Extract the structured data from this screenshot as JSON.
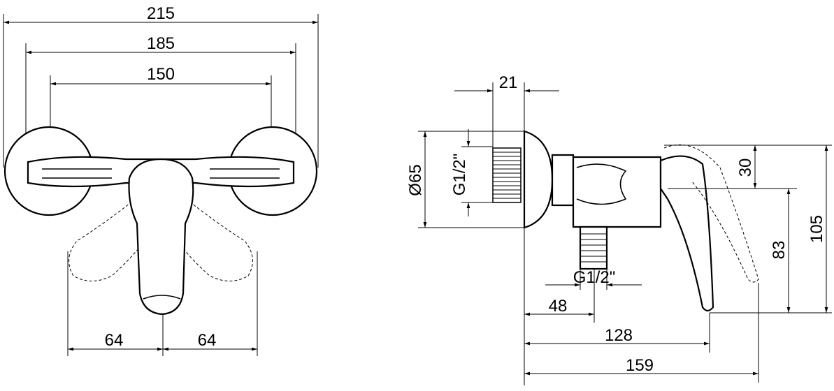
{
  "front_view": {
    "dim_overall_width": "215",
    "dim_eccentric_max": "185",
    "dim_eccentric_min": "150",
    "dim_lever_left": "64",
    "dim_lever_right": "64"
  },
  "side_view": {
    "dim_plate_depth": "21",
    "dim_plate_diameter": "Ø65",
    "dim_wall_thread": "G1/2\"",
    "dim_lever_height": "30",
    "dim_total_height": "105",
    "dim_outlet_height": "83",
    "dim_outlet_thread": "G1/2\"",
    "dim_outlet_offset": "48",
    "dim_projection": "128",
    "dim_total_projection": "159"
  },
  "colors": {
    "line": "#000000",
    "background": "#ffffff"
  }
}
